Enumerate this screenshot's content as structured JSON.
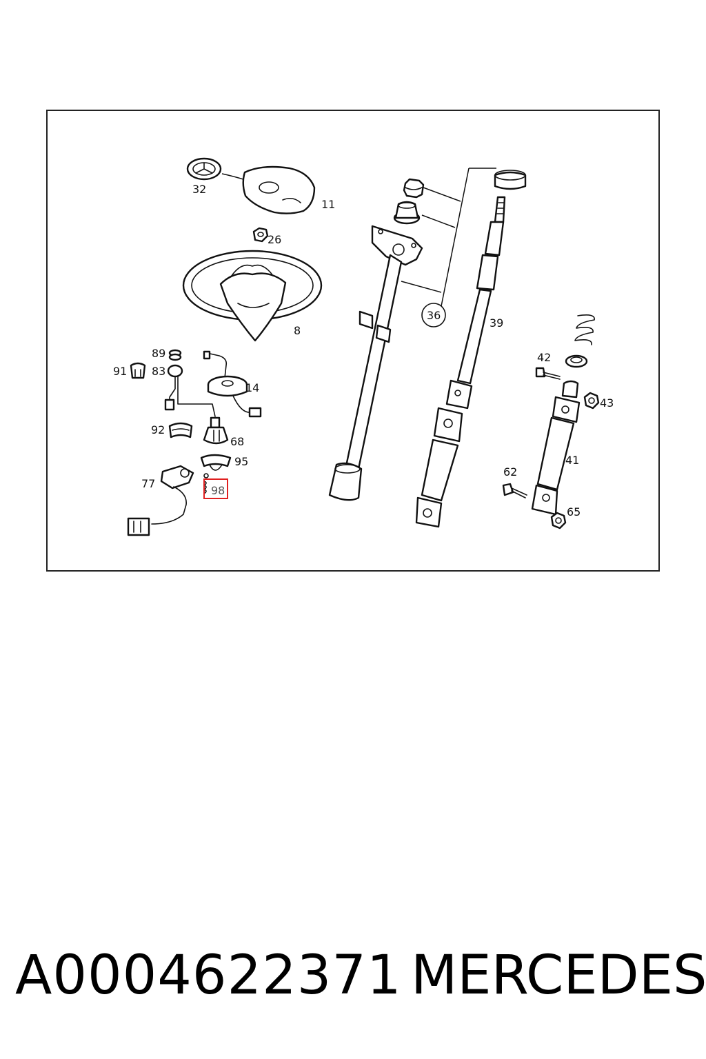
{
  "callouts": {
    "c32": "32",
    "c11": "11",
    "c26": "26",
    "c8": "8",
    "c36": "36",
    "c39": "39",
    "c89": "89",
    "c91": "91",
    "c83": "83",
    "c14": "14",
    "c92": "92",
    "c68": "68",
    "c95": "95",
    "c77": "77",
    "c98": "98",
    "c42": "42",
    "c43": "43",
    "c41": "41",
    "c62": "62",
    "c65": "65"
  },
  "highlight_color": "#e02020",
  "caption": {
    "part_number": "A0004622371",
    "brand": "MERCEDES"
  }
}
